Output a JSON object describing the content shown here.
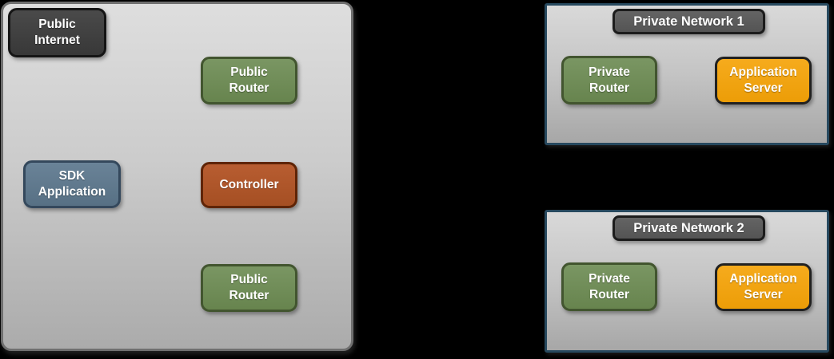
{
  "diagram_title": "Network architecture diagram",
  "colors": {
    "page_background": "#000000",
    "public_zone_fill_top": "#dedede",
    "public_zone_fill_bottom": "#ababab",
    "public_zone_border": "#6f6f6f",
    "panel_border": "#27495f",
    "dark_node_fill": "#3f3f3f",
    "dark_node_border": "#151515",
    "green_node_fill": "#6f8d58",
    "green_node_border": "#42552f",
    "blue_node_fill": "#60798e",
    "blue_node_border": "#34485c",
    "rust_node_fill": "#af562a",
    "rust_node_border": "#5f2406",
    "orange_node_fill": "#f1a412",
    "orange_node_border": "#212121",
    "badge_fill": "#5c5c5c",
    "badge_border": "#1c1c1c",
    "node_text": "#ffffff"
  },
  "public_zone": {
    "public_internet_label": "Public\nInternet",
    "public_router_top_label": "Public\nRouter",
    "sdk_application_label": "SDK\nApplication",
    "controller_label": "Controller",
    "public_router_bottom_label": "Public\nRouter"
  },
  "private_network_1": {
    "title": "Private Network 1",
    "private_router_label": "Private\nRouter",
    "application_server_label": "Application\nServer"
  },
  "private_network_2": {
    "title": "Private Network 2",
    "private_router_label": "Private\nRouter",
    "application_server_label": "Application\nServer"
  }
}
